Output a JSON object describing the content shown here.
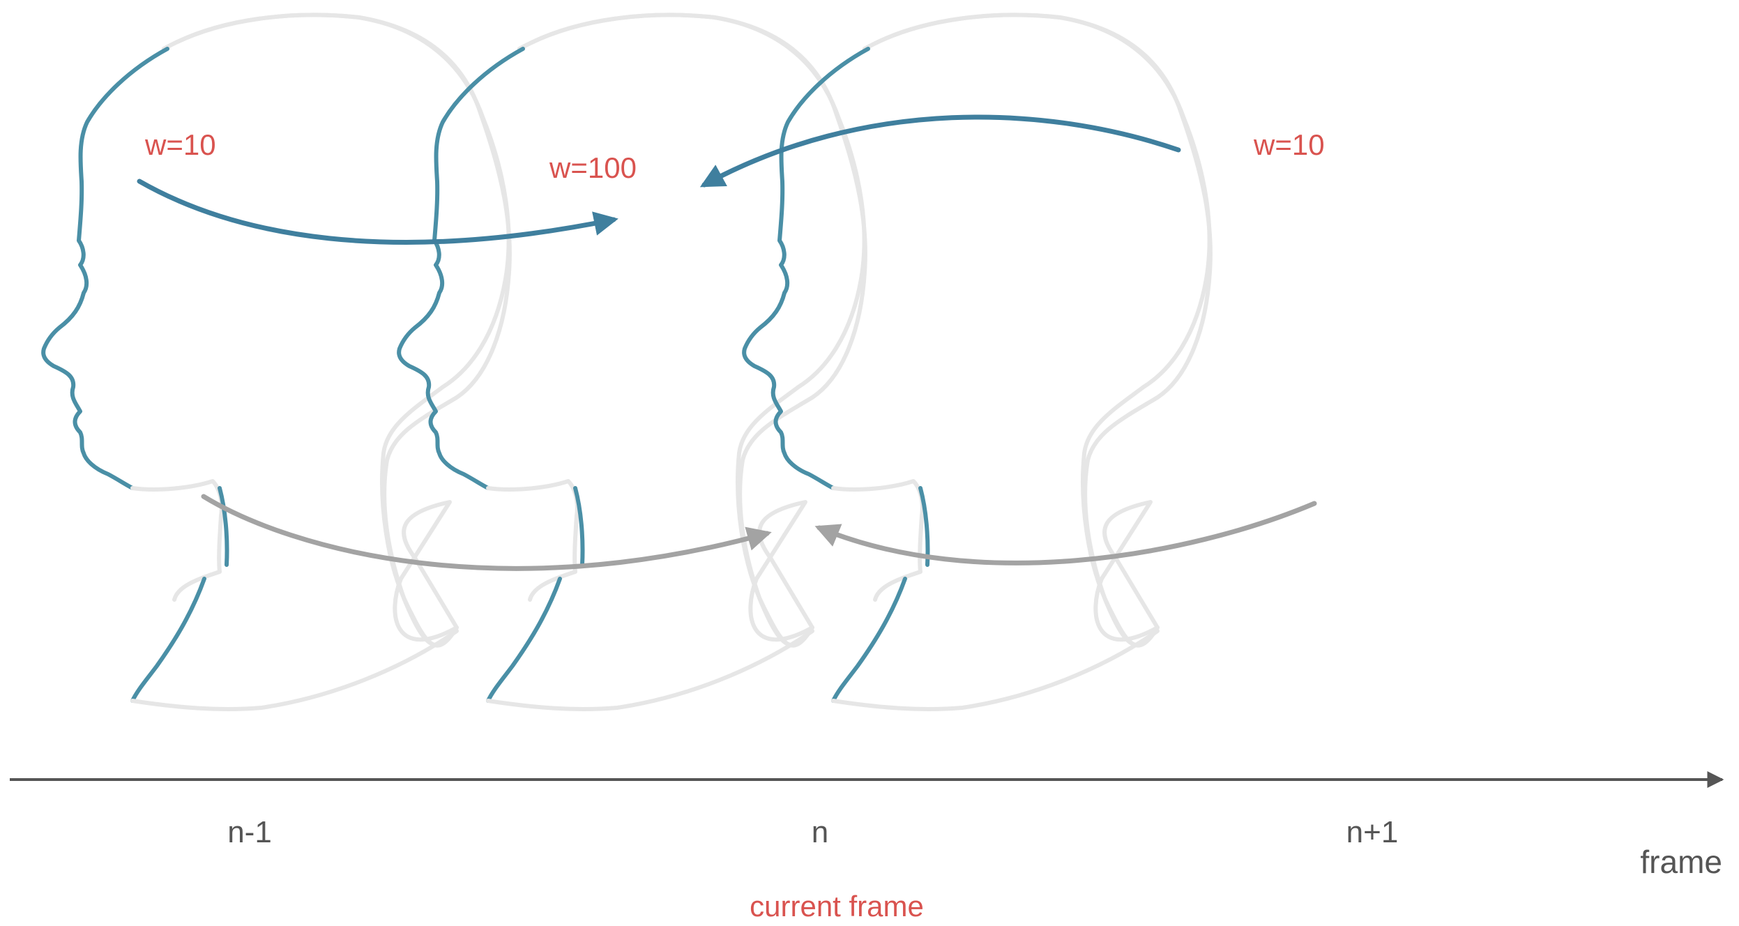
{
  "weights": {
    "prev": "w=10",
    "current": "w=100",
    "next": "w=10"
  },
  "frames": {
    "prev": "n-1",
    "current": "n",
    "next": "n+1"
  },
  "axis": {
    "title": "frame"
  },
  "current_frame_label": "current frame",
  "colors": {
    "blue_outline": "#4a8fa6",
    "blue_arrow": "#3f7f9e",
    "grey_outline": "#e6e6e6",
    "grey_arrow": "#a3a3a3",
    "label_red": "#d9534f",
    "axis_grey": "#555555"
  }
}
